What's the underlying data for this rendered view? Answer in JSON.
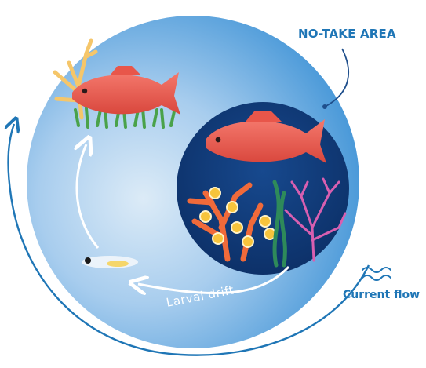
{
  "labels": {
    "no_take_area": "NO-TAKE AREA",
    "current_flow": "Current flow",
    "larval_drift": "Larval drift"
  },
  "colors": {
    "circle_light": "#cfe4f5",
    "circle_mid": "#7fb6e2",
    "circle_dark": "#2f86cf",
    "no_take_fill": "#0f3a7a",
    "fish": "#ef5a4e",
    "coral_orange": "#f06a3a",
    "coral_pink": "#d85fb0",
    "egg_yellow": "#f7c43c",
    "seagrass": "#4aa24a",
    "accent_blue": "#1f76b6"
  },
  "icons": [
    "red-snapper-fish",
    "larva-icon",
    "coral-icon",
    "sea-fan-icon",
    "seagrass-icon",
    "wave-icon"
  ]
}
